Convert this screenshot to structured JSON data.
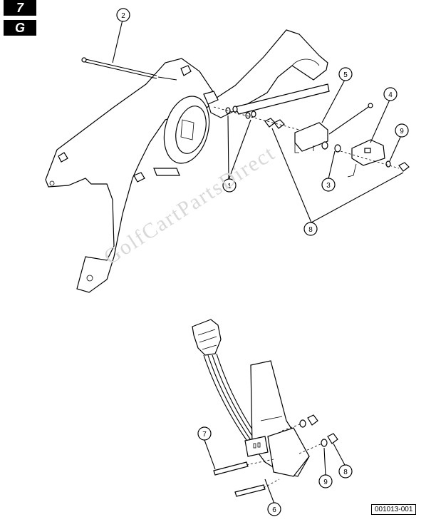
{
  "header": {
    "section_number": "7",
    "section_letter": "G"
  },
  "watermark": "GolfCartPartsDirect",
  "figure_id": "001013-001",
  "callouts": {
    "c1": "1",
    "c2": "2",
    "c3": "3",
    "c4": "4",
    "c5": "5",
    "c6": "6",
    "c7": "7",
    "c8": "8",
    "c8b": "8",
    "c9": "9",
    "c9b": "9"
  }
}
